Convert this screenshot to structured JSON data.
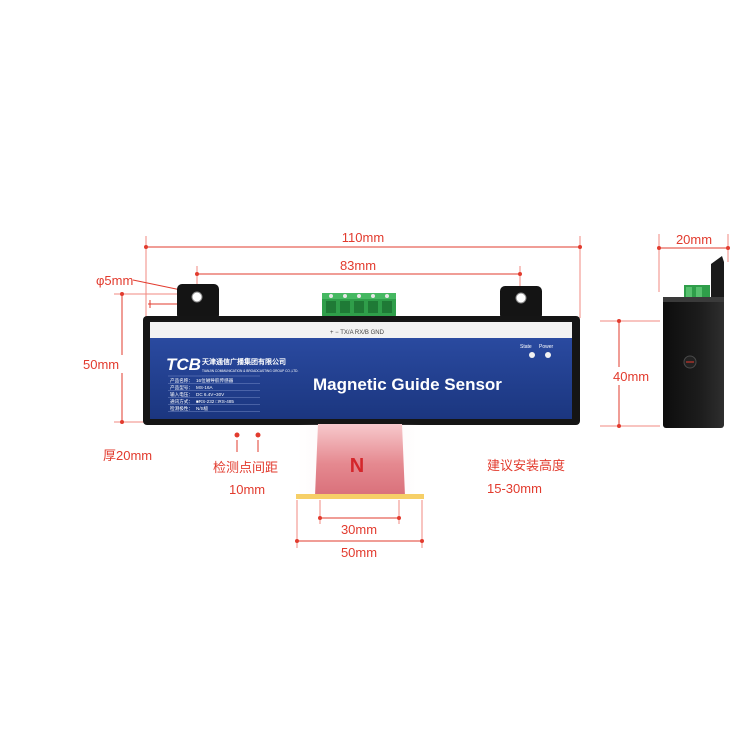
{
  "dimensions": {
    "overall_width": "110mm",
    "hole_spacing": "83mm",
    "hole_diameter": "φ5mm",
    "body_height": "50mm",
    "thickness": "厚20mm",
    "side_width": "20mm",
    "side_height": "40mm",
    "magnet_inner_width": "30mm",
    "magnet_outer_width": "50mm"
  },
  "detection": {
    "label": "检测点间距",
    "value": "10mm"
  },
  "installation": {
    "label": "建议安装高度",
    "value": "15-30mm"
  },
  "device": {
    "logo": "TCB",
    "company_cn": "天津通信广播集团有限公司",
    "company_en": "TIANJIN COMMUNICATION & BROADCASTING GROUP CO.,LTD.",
    "title": "Magnetic Guide Sensor",
    "terminal_labels": "+    −    TX/A  RX/B  GND",
    "led_state": "State",
    "led_power": "Power",
    "specs": [
      {
        "k": "产品名称：",
        "v": "16位磁导航传感器"
      },
      {
        "k": "产品型号：",
        "v": "MS-16A"
      },
      {
        "k": "输入电压：",
        "v": "DC 6.4V~30V"
      },
      {
        "k": "通讯方式：",
        "v": "■RS-232  □RS-485"
      },
      {
        "k": "检测极性：",
        "v": "N/S极"
      }
    ]
  },
  "magnet": {
    "pole": "N"
  },
  "colors": {
    "dimension": "#e23b2e",
    "panel_blue": "#1f3f8f",
    "case_black": "#151515",
    "terminal_green": "#2f9e4a",
    "magnet_pink": "#e2828a",
    "magnet_base": "#f6cf67"
  }
}
